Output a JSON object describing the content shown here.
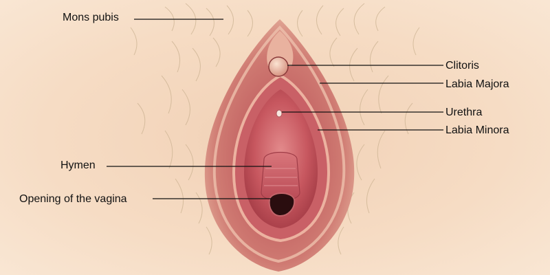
{
  "labels": {
    "mons_pubis": "Mons pubis",
    "clitoris": "Clitoris",
    "labia_majora": "Labia Majora",
    "urethra": "Urethra",
    "labia_minora": "Labia Minora",
    "hymen": "Hymen",
    "opening": "Opening of the vagina"
  },
  "colors": {
    "skin": "#f6dcc4",
    "labia_outer": "#d98f7c",
    "labia_inner": "#b3454c",
    "vestibule": "#c9626a",
    "hair": "#c9b08f",
    "leader_line": "#111111"
  }
}
